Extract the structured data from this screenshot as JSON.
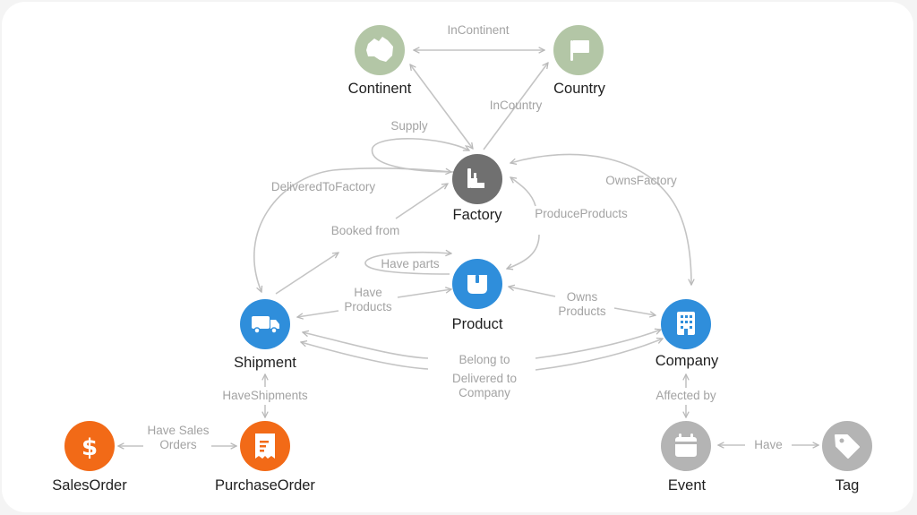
{
  "colors": {
    "green": "#b3c6a6",
    "dark_gray": "#707070",
    "blue": "#2f8edb",
    "orange": "#f26a17",
    "light_gray": "#b4b4b4",
    "edge": "#c4c4c4",
    "edge_label": "#a3a3a3"
  },
  "nodes": {
    "continent": {
      "label": "Continent",
      "icon": "australia-map-icon"
    },
    "country": {
      "label": "Country",
      "icon": "flag-icon"
    },
    "factory": {
      "label": "Factory",
      "icon": "factory-icon"
    },
    "product": {
      "label": "Product",
      "icon": "box-icon"
    },
    "shipment": {
      "label": "Shipment",
      "icon": "truck-icon"
    },
    "company": {
      "label": "Company",
      "icon": "building-icon"
    },
    "sales_order": {
      "label": "SalesOrder",
      "icon": "dollar-icon"
    },
    "purchase_order": {
      "label": "PurchaseOrder",
      "icon": "receipt-icon"
    },
    "event": {
      "label": "Event",
      "icon": "calendar-icon"
    },
    "tag": {
      "label": "Tag",
      "icon": "tag-icon"
    }
  },
  "edges": {
    "in_continent": [
      "InContinent"
    ],
    "in_country": [
      "InCountry"
    ],
    "supply": [
      "Supply"
    ],
    "delivered_to_factory": [
      "DeliveredToFactory"
    ],
    "booked_from": [
      "Booked from"
    ],
    "owns_factory": [
      "OwnsFactory"
    ],
    "produce_products": [
      "ProduceProducts"
    ],
    "have_parts": [
      "Have parts"
    ],
    "have_products": [
      "Have",
      "Products"
    ],
    "owns_products": [
      "Owns",
      "Products"
    ],
    "belong_to": [
      "Belong to"
    ],
    "delivered_to_company": [
      "Delivered to",
      "Company"
    ],
    "have_shipments": [
      "HaveShipments"
    ],
    "affected_by": [
      "Affected by"
    ],
    "have_sales_orders": [
      "Have Sales",
      "Orders"
    ],
    "have": [
      "Have"
    ]
  }
}
